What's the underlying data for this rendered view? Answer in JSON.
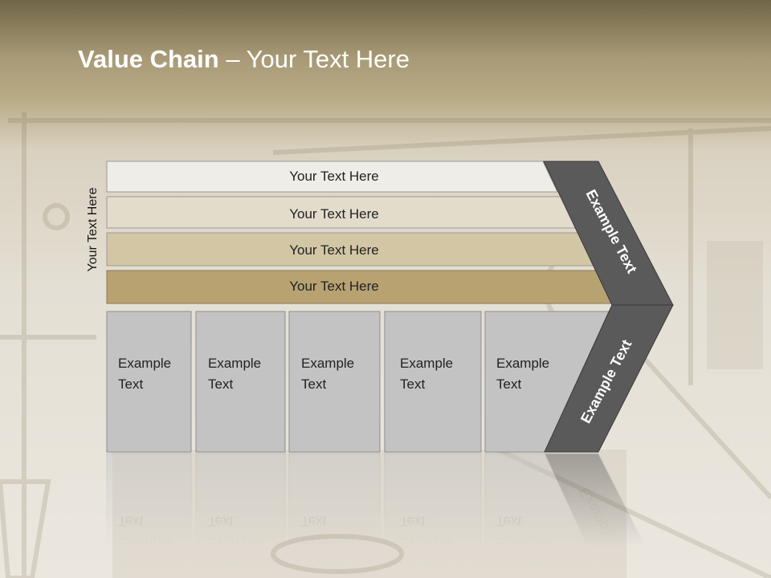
{
  "slide": {
    "title_bold": "Value Chain",
    "title_rest": " – Your Text Here",
    "side_label": "Your Text Here"
  },
  "bars": [
    {
      "label": "Your Text Here",
      "color": "#efede8"
    },
    {
      "label": "Your Text Here",
      "color": "#e3dccb"
    },
    {
      "label": "Your Text Here",
      "color": "#d3c6a4"
    },
    {
      "label": "Your Text Here",
      "color": "#b8a272"
    }
  ],
  "boxes": [
    {
      "line1": "Example",
      "line2": "Text"
    },
    {
      "line1": "Example",
      "line2": "Text"
    },
    {
      "line1": "Example",
      "line2": "Text"
    },
    {
      "line1": "Example",
      "line2": "Text"
    },
    {
      "line1": "Example",
      "line2": "Text"
    }
  ],
  "chevron": {
    "upper_label": "Example Text",
    "lower_label": "Example Text",
    "color": "#5a5a5a"
  },
  "box_color": "#c3c3c3"
}
